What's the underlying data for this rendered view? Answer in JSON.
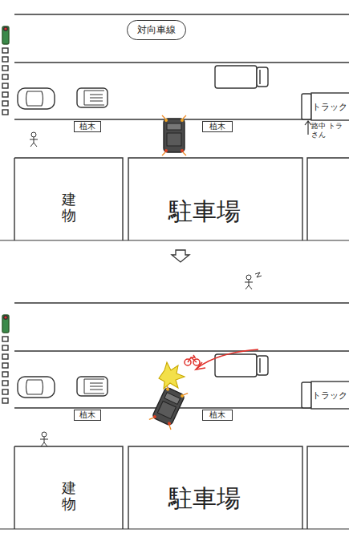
{
  "diagram": {
    "nodes": [
      {
        "text": [
          "対向車線"
        ]
      },
      {
        "text": [
          "植木"
        ]
      },
      {
        "text": [
          "植木"
        ]
      },
      {
        "text": [
          "トラック"
        ]
      },
      {
        "text": [
          "建物"
        ]
      },
      {
        "text": [
          "駐車場"
        ]
      },
      {
        "text": [
          "植木"
        ]
      },
      {
        "text": [
          "植木"
        ]
      },
      {
        "text": [
          "トラック"
        ]
      },
      {
        "text": [
          "建物"
        ]
      },
      {
        "text": [
          "駐車場"
        ]
      }
    ],
    "labels": [
      "路中 トラさん"
    ]
  }
}
